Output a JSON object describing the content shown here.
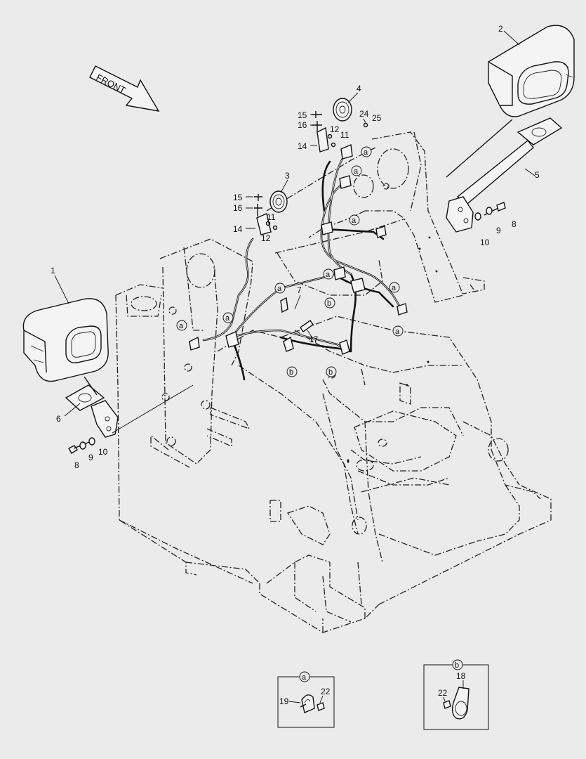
{
  "diagram": {
    "front_label": "FRONT",
    "part_numbers": {
      "p1": "1",
      "p2": "2",
      "p3": "3",
      "p4": "4",
      "p5": "5",
      "p6": "6",
      "p7": "7",
      "p8a": "8",
      "p8b": "8",
      "p9a": "9",
      "p9b": "9",
      "p10a": "10",
      "p10b": "10",
      "p11a": "11",
      "p11b": "11",
      "p12a": "12",
      "p12b": "12",
      "p14a": "14",
      "p14b": "14",
      "p15a": "15",
      "p15b": "15",
      "p16a": "16",
      "p16b": "16",
      "p17": "17",
      "p24": "24",
      "p25": "25"
    },
    "callouts": {
      "a": "a",
      "b": "b"
    },
    "detail_a": {
      "header": "a",
      "parts": [
        "19",
        "22"
      ]
    },
    "detail_b": {
      "header": "b",
      "parts": [
        "18",
        "22"
      ]
    }
  }
}
